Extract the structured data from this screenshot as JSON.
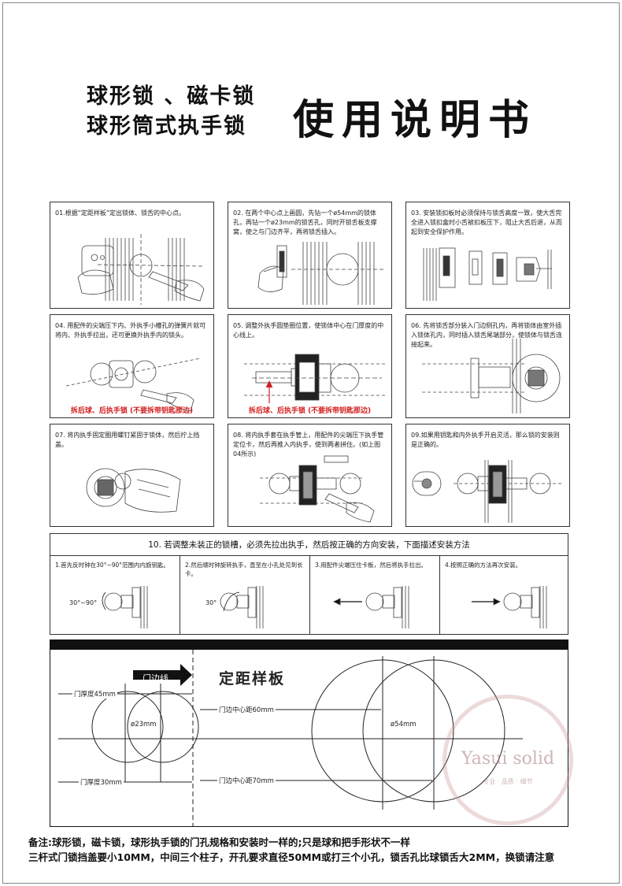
{
  "header": {
    "subtitle_line1": "球形锁 、磁卡锁",
    "subtitle_line2": "球形筒式执手锁",
    "title": "使用说明书"
  },
  "steps": [
    {
      "text": "01.根据“定距样板”定出锁体、锁舌的中心点。"
    },
    {
      "text": "02. 在两个中心点上画圆，先钻一个ø54mm的锁体孔，再钻一个ø23mm的锁舌孔，同时开锁舌板支撑窝，使之与门边齐平，再将锁舌插入。"
    },
    {
      "text": "03. 安装锁扣板时必须保持与锁舌高度一致，使大舌完全进入锁扣盒时小舌被扣板压下，阻止大舌后退，从而起到安全保护作用。"
    },
    {
      "text": "04. 用配件的尖端压下内、外执手小槽孔的弹簧片就可将内、外执手拉出，还可更换外执手内的锁头。",
      "warning": "拆后球、后执手锁 (不要拆带钥匙那边)"
    },
    {
      "text": "05. 调整外执手圆垫圈位置，使锁体中心在门厚度的中心线上。",
      "warning": "拆后球、后执手锁 (不要拆带钥匙那边)"
    },
    {
      "text": "06. 先将锁舌部分装入门边侧孔内，再将锁体由室外插入锁体孔内，同时插入锁舌尾端部分，使锁体与锁舌连接起来。"
    },
    {
      "text": "07. 将内执手固定圈用螺钉紧固于锁体，然后拧上挡盖。"
    },
    {
      "text": "08. 将内执手套在执手管上，用配件的尖端压下执手管定位卡，然后再推入内执手，使到两者拼住。(如上图04所示)"
    },
    {
      "text": "09.如果用钥匙和内外执手开启灵活，那么锁的安装则是正确的。"
    }
  ],
  "step10": {
    "heading": "10. 若调整未装正的锁槽，必须先拉出执手，然后按正确的方向安装，下面描述安装方法",
    "substeps": [
      {
        "text": "1.首先反时钟在30°~90°范围内内旋钥匙。",
        "angle_label": "30°~90°"
      },
      {
        "text": "2.然后顺时钟旋转执手，直至在小孔处见到长卡。",
        "angle_label": "30°"
      },
      {
        "text": "3.用配件尖端压住卡板，然后将执手拉出。"
      },
      {
        "text": "4.按照正确的方法再次安装。"
      }
    ]
  },
  "template": {
    "title": "定距样板",
    "door_edge_label": "门边线",
    "thickness45": "门厚度45mm",
    "thickness30": "门厚度30mm",
    "backset60": "门边中心距60mm",
    "backset70": "门边中心距70mm",
    "hole23": "ø23mm",
    "hole54": "ø54mm"
  },
  "watermark": {
    "brand": "Yasui solid",
    "tagline": "专业 · 品质 · 细节"
  },
  "notes": {
    "line1": "备注:球形锁，磁卡锁，球形执手锁的门孔规格和安装时一样的;只是球和把手形状不一样",
    "line2": "三杆式门锁挡盖要小10MM，中间三个柱子，开孔要求直径50MM或打三个小孔，锁舌孔比球锁舌大2MM，换锁请注意"
  }
}
